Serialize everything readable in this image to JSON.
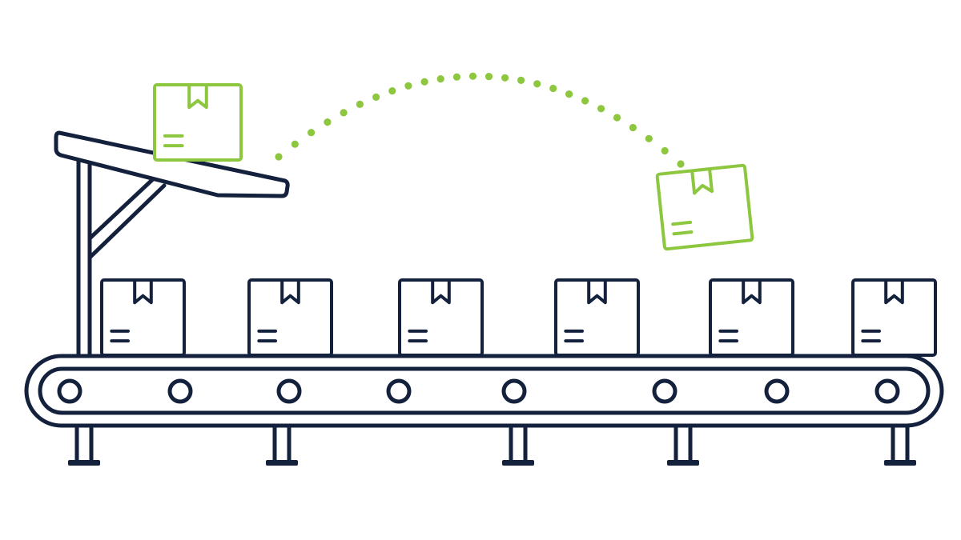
{
  "colors": {
    "background": "#ffffff",
    "line": "#14213d",
    "accent": "#8dc63f"
  },
  "conveyor": {
    "belt_box_count": 6,
    "roller_count": 8,
    "leg_count": 5
  },
  "icons": {
    "belt_box": "package-box-icon",
    "tossed_box": "package-box-icon",
    "chute": "chute-ramp-icon",
    "arc": "dotted-trajectory-icon"
  }
}
